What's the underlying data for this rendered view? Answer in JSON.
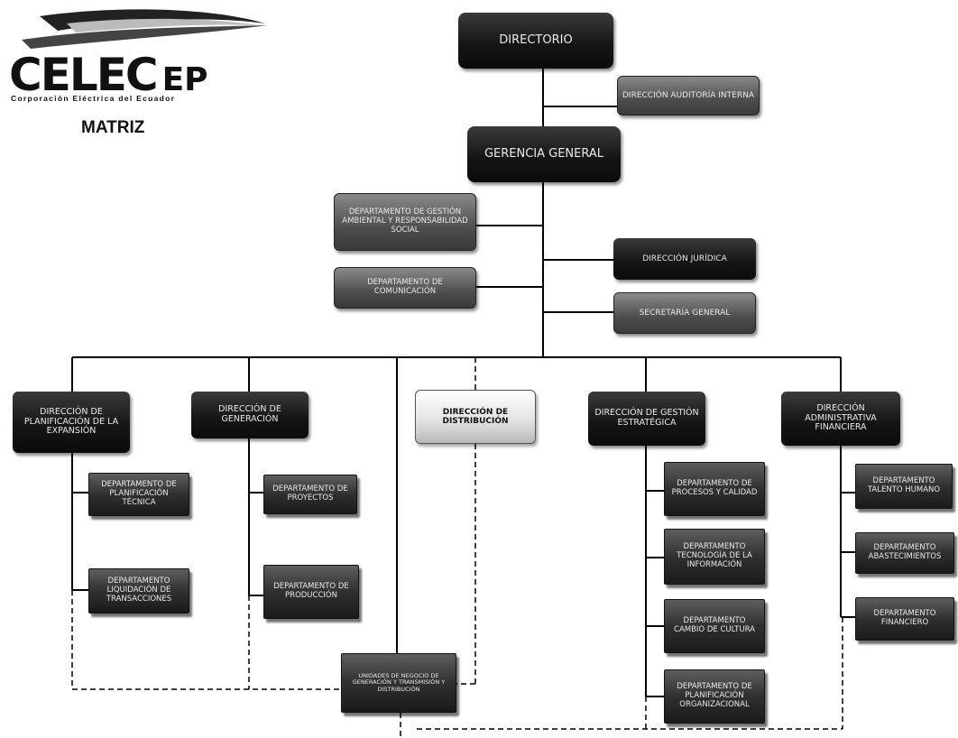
{
  "logo": {
    "brand": "CELEC",
    "suffix": "EP",
    "tagline": "Corporación Eléctrica del Ecuador",
    "subtitle": "MATRIZ"
  },
  "org": {
    "directorio": "DIRECTORIO",
    "auditoria": "DIRECCIÓN AUDITORÍA INTERNA",
    "gerencia": "GERENCIA GENERAL",
    "ambiental": "DEPARTAMENTO DE GESTIÓN AMBIENTAL Y RESPONSABILIDAD SOCIAL",
    "comunicacion": "DEPARTAMENTO DE COMUNICACIÓN",
    "juridica": "DIRECCIÓN JURÍDICA",
    "secretaria": "SECRETARÍA GENERAL",
    "planificacion_exp": "DIRECCIÓN DE PLANIFICACIÓN DE LA EXPANSIÓN",
    "generacion": "DIRECCIÓN DE GENERACIÓN",
    "distribucion": "DIRECCIÓN DE DISTRIBUCIÓN",
    "gestion_est": "DIRECCIÓN DE GESTIÓN ESTRATÉGICA",
    "adm_fin": "DIRECCIÓN ADMINISTRATIVA FINANCIERA",
    "planif_tecnica": "DEPARTAMENTO DE PLANIFICACIÓN TÉCNICA",
    "liquidacion": "DEPARTAMENTO LIQUIDACIÓN DE TRANSACCIONES",
    "proyectos": "DEPARTAMENTO DE PROYECTOS",
    "produccion": "DEPARTAMENTO DE PRODUCCIÓN",
    "procesos": "DEPARTAMENTO DE PROCESOS Y CALIDAD",
    "tecnologia": "DEPARTAMENTO TECNOLOGÍA DE LA INFORMACIÓN",
    "cultura": "DEPARTAMENTO CAMBIO DE CULTURA",
    "planif_org": "DEPARTAMENTO DE PLANIFICACIÓN ORGANIZACIONAL",
    "talento": "DEPARTAMENTO TALENTO HUMANO",
    "abastecimientos": "DEPARTAMENTO ABASTECIMIENTOS",
    "financiero": "DEPARTAMENTO FINANCIERO",
    "unidades": "UNIDADES DE NEGOCIO DE GENERACIÓN Y TRANSMISIÓN Y DISTRIBUCIÓN"
  }
}
